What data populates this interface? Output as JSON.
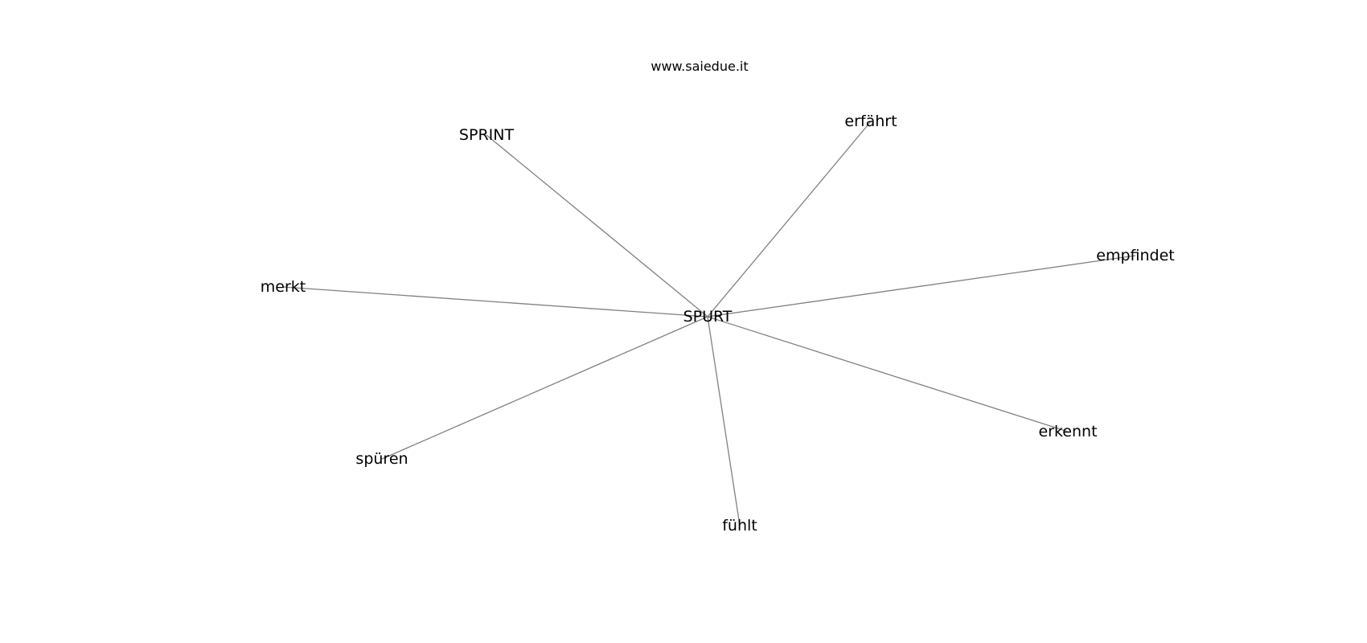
{
  "source_label": "www.saiedue.it",
  "graph": {
    "center": {
      "id": "center",
      "label": "SPURT"
    },
    "neighbors": [
      {
        "id": "sprint",
        "label": "SPRINT"
      },
      {
        "id": "erfaehrt",
        "label": "erfährt"
      },
      {
        "id": "empfindet",
        "label": "empfindet"
      },
      {
        "id": "merkt",
        "label": "merkt"
      },
      {
        "id": "erkennt",
        "label": "erkennt"
      },
      {
        "id": "spueren",
        "label": "spüren"
      },
      {
        "id": "fuehlt",
        "label": "fühlt"
      }
    ],
    "edges": [
      [
        "center",
        "sprint"
      ],
      [
        "center",
        "erfaehrt"
      ],
      [
        "center",
        "empfindet"
      ],
      [
        "center",
        "merkt"
      ],
      [
        "center",
        "erkennt"
      ],
      [
        "center",
        "spueren"
      ],
      [
        "center",
        "fuehlt"
      ]
    ]
  },
  "colors": {
    "edge": "#808080",
    "text": "#000000",
    "background": "#ffffff"
  }
}
